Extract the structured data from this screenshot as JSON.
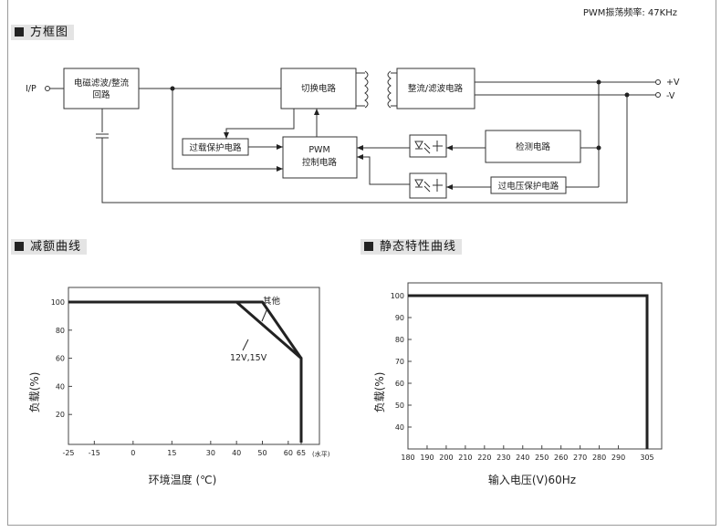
{
  "header": {
    "pwm_frequency": "PWM振荡频率: 47KHz"
  },
  "block_diagram": {
    "title": "方框图",
    "input_label": "I/P",
    "plus_v": "+V",
    "minus_v": "-V",
    "blocks": {
      "emi_filter_line1": "电磁滤波/整流",
      "emi_filter_line2": "回路",
      "switching": "切换电路",
      "rectifier": "整流/滤波电路",
      "overload": "过载保护电路",
      "pwm_line1": "PWM",
      "pwm_line2": "控制电路",
      "detection": "检测电路",
      "overvoltage": "过电压保护电路"
    }
  },
  "derating": {
    "title": "减额曲线",
    "ylabel": "负载(%)",
    "xlabel": "环境温度 (℃)",
    "x_unit_note": "(水平)",
    "annotation_other": "其他",
    "annotation_12v": "12V,15V"
  },
  "static": {
    "title": "静态特性曲线",
    "ylabel": "负载(%)",
    "xlabel": "输入电压(V)60Hz"
  },
  "chart_data": [
    {
      "type": "line",
      "title": "减额曲线",
      "xlabel": "环境温度 (℃)",
      "ylabel": "负载(%)",
      "xlim": [
        -25,
        70
      ],
      "ylim": [
        0,
        110
      ],
      "x_ticks": [
        -25,
        -15,
        0,
        15,
        30,
        40,
        50,
        60,
        65
      ],
      "y_ticks": [
        20,
        40,
        60,
        80,
        100
      ],
      "series": [
        {
          "name": "其他",
          "x": [
            -25,
            50,
            65,
            65
          ],
          "y": [
            100,
            100,
            60,
            0
          ]
        },
        {
          "name": "12V,15V",
          "x": [
            -25,
            40,
            65,
            65
          ],
          "y": [
            100,
            100,
            60,
            0
          ]
        }
      ],
      "grid": false
    },
    {
      "type": "line",
      "title": "静态特性曲线",
      "xlabel": "输入电压(V)60Hz",
      "ylabel": "负载(%)",
      "xlim": [
        180,
        310
      ],
      "ylim": [
        30,
        105
      ],
      "x_ticks": [
        180,
        190,
        200,
        210,
        220,
        230,
        240,
        250,
        260,
        270,
        280,
        290,
        305
      ],
      "y_ticks": [
        40,
        50,
        60,
        70,
        80,
        90,
        100
      ],
      "series": [
        {
          "x": [
            180,
            305,
            305
          ],
          "y": [
            100,
            100,
            30
          ]
        }
      ],
      "grid": false
    }
  ]
}
